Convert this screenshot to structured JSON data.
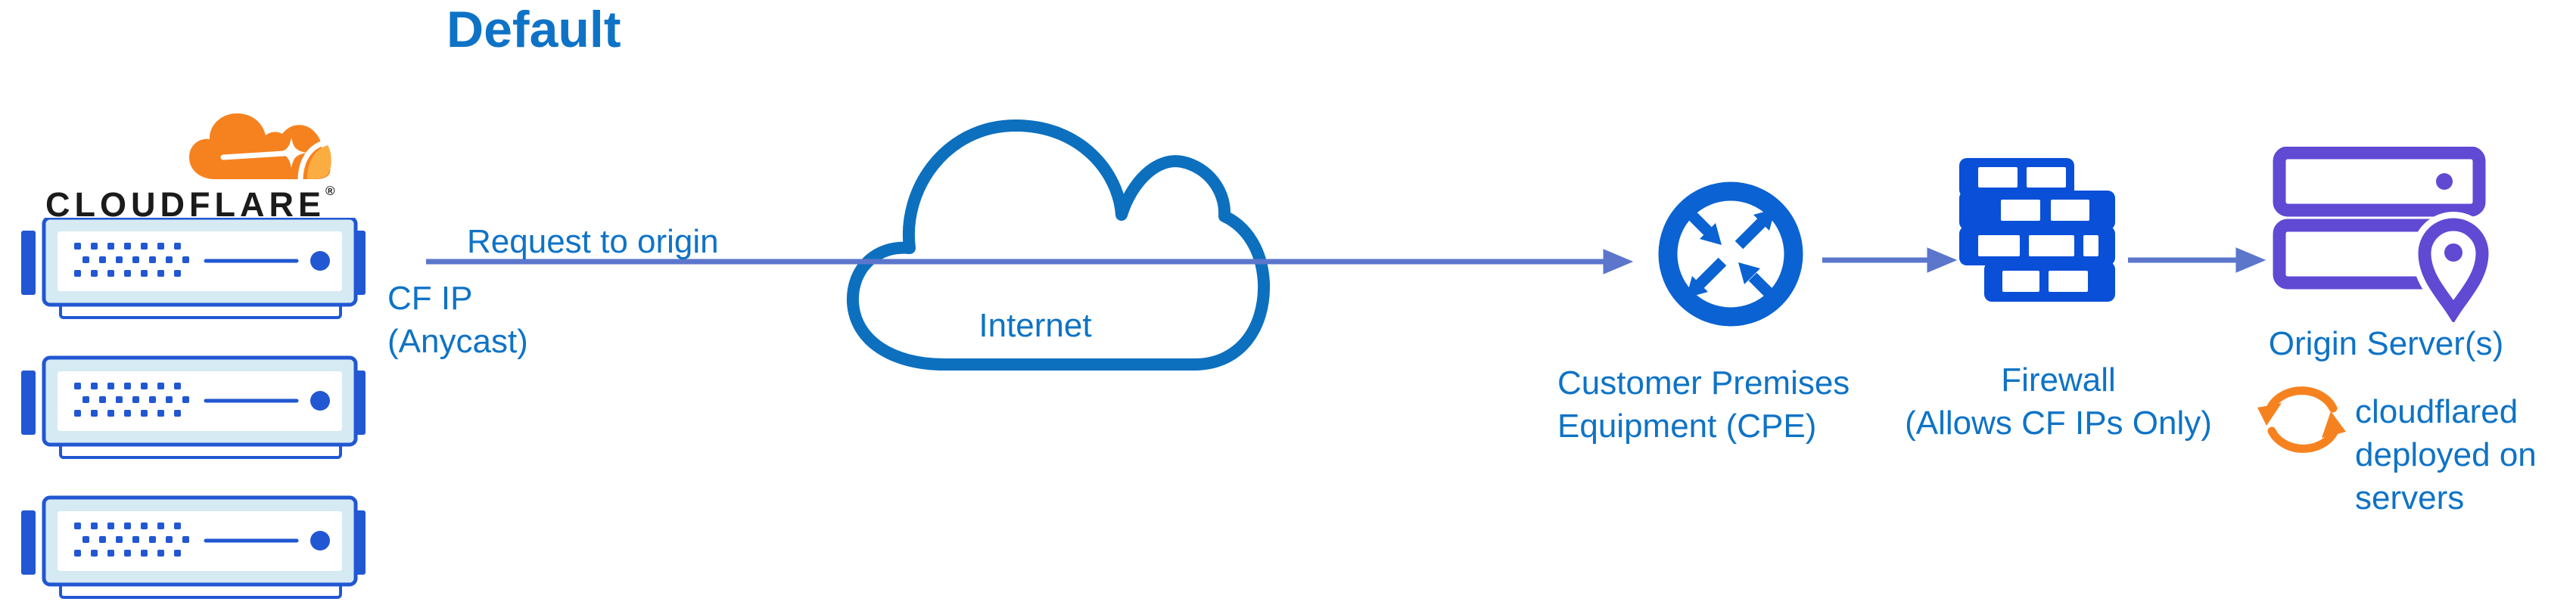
{
  "diagram": {
    "title": "Default",
    "brand": {
      "wordmark": "CLOUDFLARE",
      "registered": "®"
    },
    "request_flow": {
      "label": "Request to origin",
      "sublabel_lines": [
        "CF IP",
        "(Anycast)"
      ]
    },
    "internet": {
      "label": "Internet"
    },
    "cpe": {
      "label_lines": [
        "Customer Premises",
        "Equipment (CPE)"
      ]
    },
    "firewall": {
      "label_lines": [
        "Firewall",
        "(Allows CF IPs Only)"
      ]
    },
    "origin": {
      "label": "Origin Server(s)",
      "annotation_lines": [
        "cloudflared",
        "deployed on",
        "servers"
      ]
    },
    "icons": {
      "cloudflare_logo": "cloudflare-cloud-logo",
      "edge_servers": "server-stack-x3",
      "internet": "cloud-outline",
      "cpe": "router-circle-arrows",
      "firewall": "brick-wall",
      "origin": "server-rack-with-location-pin",
      "cloudflared": "sync-arrows"
    },
    "colors": {
      "text_blue": "#0E73C6",
      "arrow_blue": "#5B76CB",
      "cpe_blue": "#0B62D2",
      "firewall_blue": "#0A4FD7",
      "server_blue": "#2157D2",
      "server_fill": "#D6EAF3",
      "cloud_stroke": "#0C70BF",
      "origin_purple": "#6049D3",
      "brand_orange": "#F6821F",
      "brand_orange_light": "#FBAD41",
      "wordmark_black": "#1B1B1B"
    }
  }
}
